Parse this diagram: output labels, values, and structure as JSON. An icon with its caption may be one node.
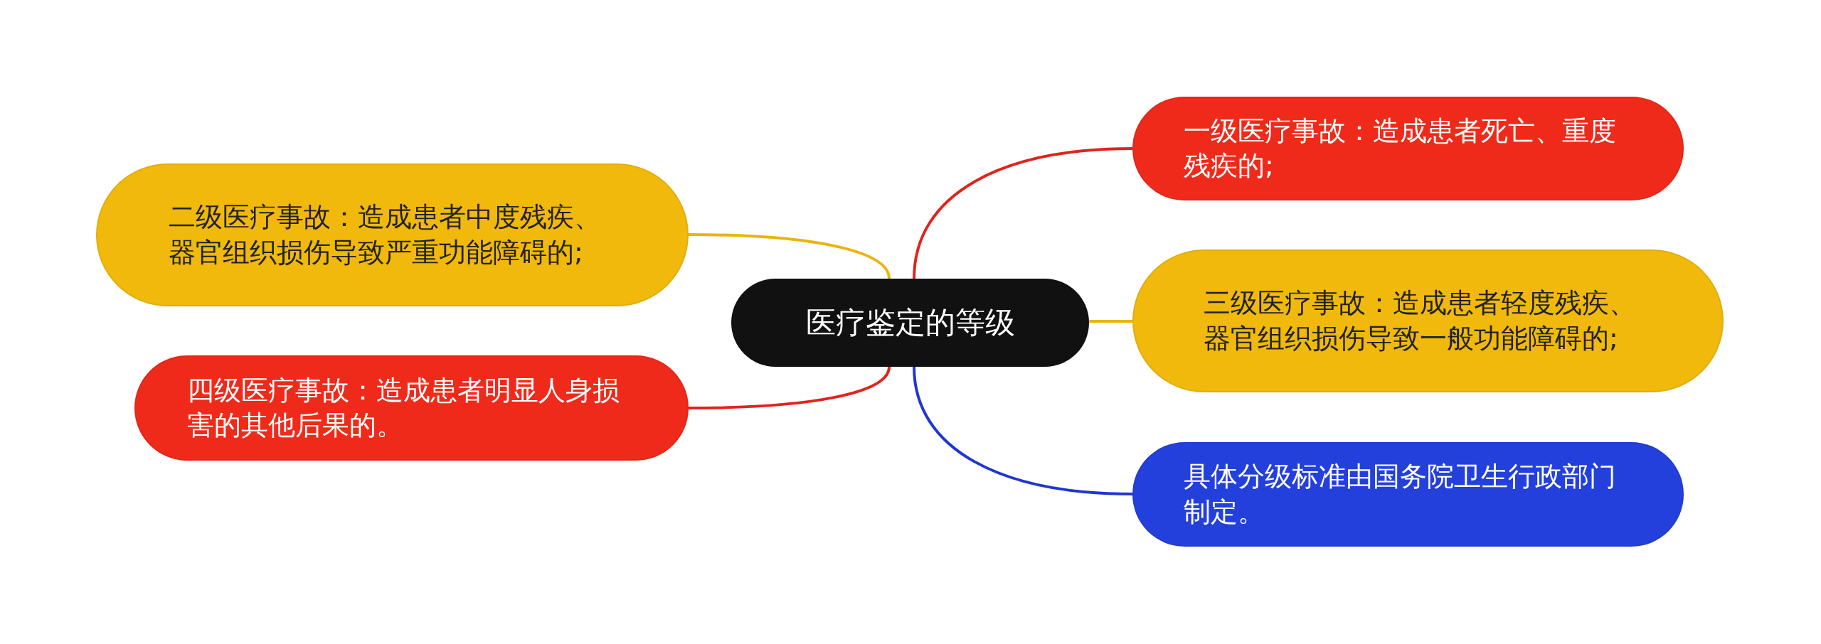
{
  "diagram": {
    "nodes": [
      {
        "text": [
          "医疗鉴定的等级"
        ]
      },
      {
        "text": [
          "一级医疗事故：造成患者死亡、重度残疾的;"
        ]
      },
      {
        "text": [
          "二级医疗事故：造成患者中度残疾、器官组织损伤导致严重功能障碍的;"
        ]
      },
      {
        "text": [
          "三级医疗事故：造成患者轻度残疾、器官组织损伤导致一般功能障碍的;"
        ]
      },
      {
        "text": [
          "四级医疗事故：造成患者明显人身损害的其他后果的。"
        ]
      },
      {
        "text": [
          "具体分级标准由国务院卫生行政部门制定。"
        ]
      }
    ],
    "edges": [
      {
        "from": 0,
        "to": 1,
        "arrow": "none",
        "color": "#e0241c"
      },
      {
        "from": 0,
        "to": 2,
        "arrow": "none",
        "color": "#eab40c"
      },
      {
        "from": 0,
        "to": 3,
        "arrow": "none",
        "color": "#eab40c"
      },
      {
        "from": 0,
        "to": 4,
        "arrow": "none",
        "color": "#e0241c"
      },
      {
        "from": 0,
        "to": 5,
        "arrow": "none",
        "color": "#2036d0"
      }
    ]
  }
}
